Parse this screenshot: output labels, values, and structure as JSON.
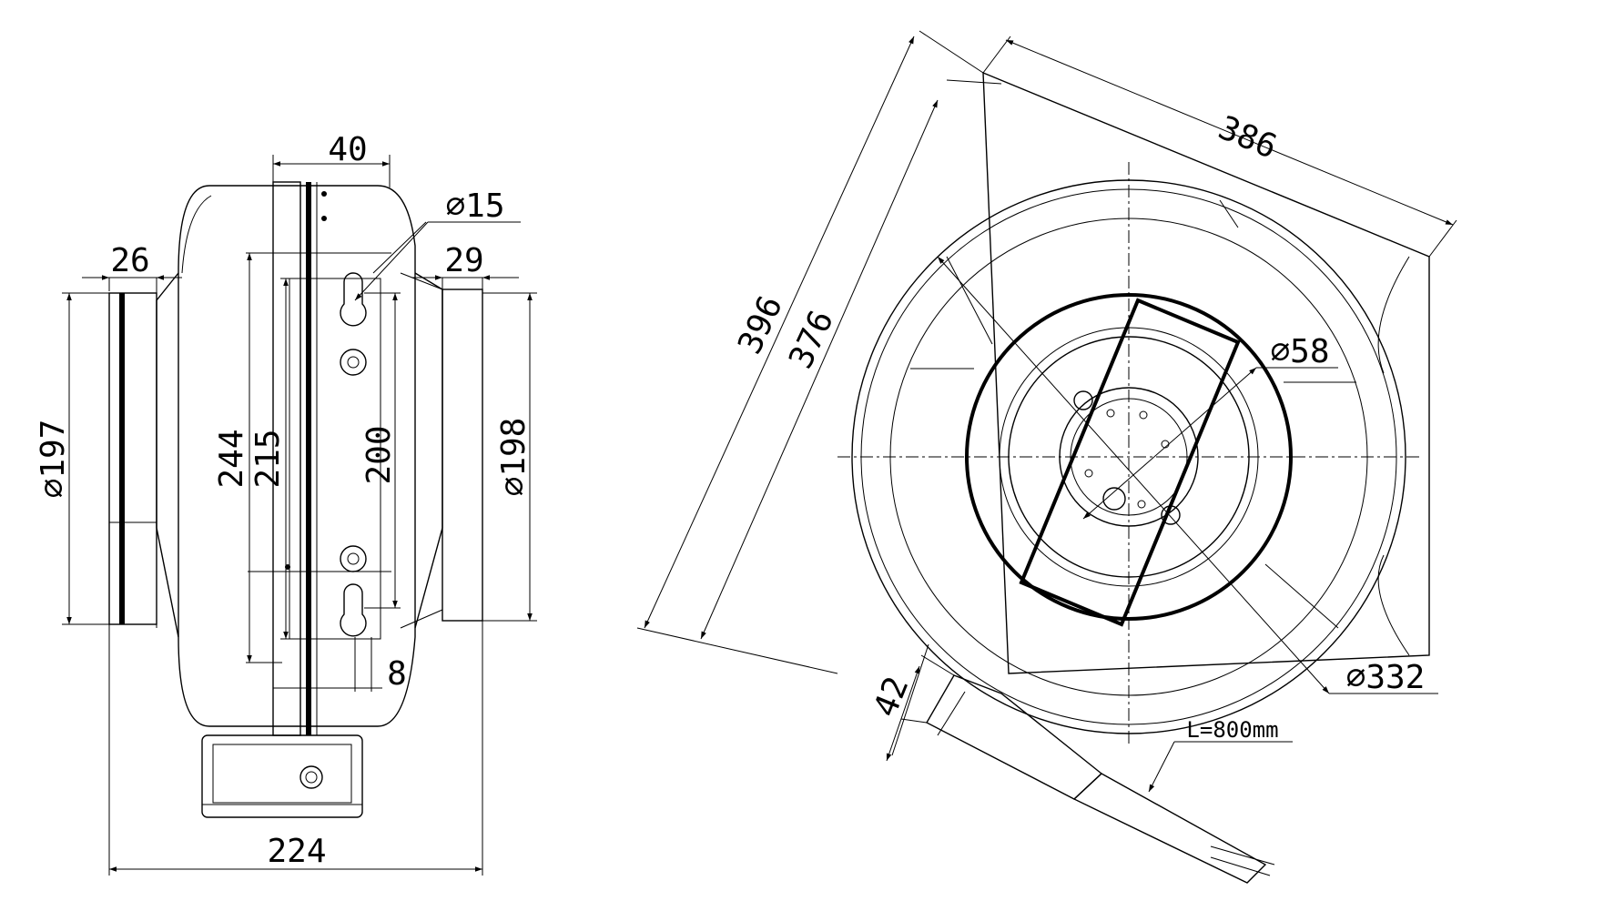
{
  "side_view": {
    "dimensions": {
      "width_top": "40",
      "hole_diameter": "⌀15",
      "left_spigot_length": "26",
      "right_spigot_length": "29",
      "left_spigot_diameter": "⌀197",
      "right_spigot_diameter": "⌀198",
      "mount_height_outer": "244",
      "mount_height_inner": "215",
      "mount_slot_spacing": "200",
      "flange_offset": "8",
      "overall_length": "224"
    }
  },
  "front_view": {
    "dimensions": {
      "bracket_width": "386",
      "bracket_height_outer": "396",
      "bracket_height_inner": "376",
      "hub_diameter": "⌀58",
      "housing_diameter": "⌀332",
      "terminal_box_width": "42",
      "cable_length": "L=800mm"
    }
  }
}
